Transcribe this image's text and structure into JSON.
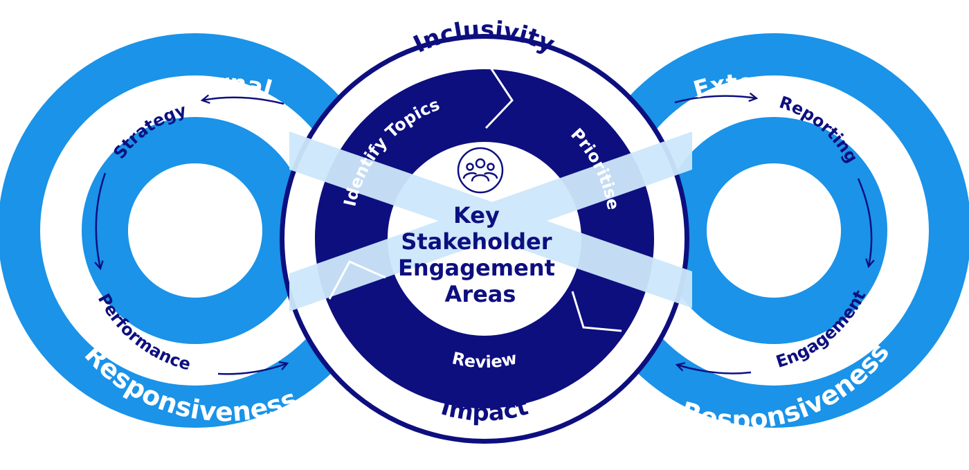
{
  "colors": {
    "bright_blue": "#1a93e8",
    "navy": "#0d0f7f",
    "pale_blue": "#cde7fb",
    "white": "#ffffff"
  },
  "left_cycle": {
    "top_label": "Internal",
    "bottom_label": "Responsiveness",
    "steps": [
      "Strategy",
      "Performance"
    ]
  },
  "right_cycle": {
    "top_label": "External",
    "bottom_label": "Responsiveness",
    "steps": [
      "Reporting",
      "Engagement"
    ]
  },
  "center": {
    "top_label": "Inclusivity",
    "bottom_label": "Impact",
    "stages": [
      "Identify Topics",
      "Prioritise",
      "Review"
    ],
    "core_title_lines": [
      "Key",
      "Stakeholder",
      "Engagement",
      "Areas"
    ],
    "core_icon": "people-group-icon"
  }
}
